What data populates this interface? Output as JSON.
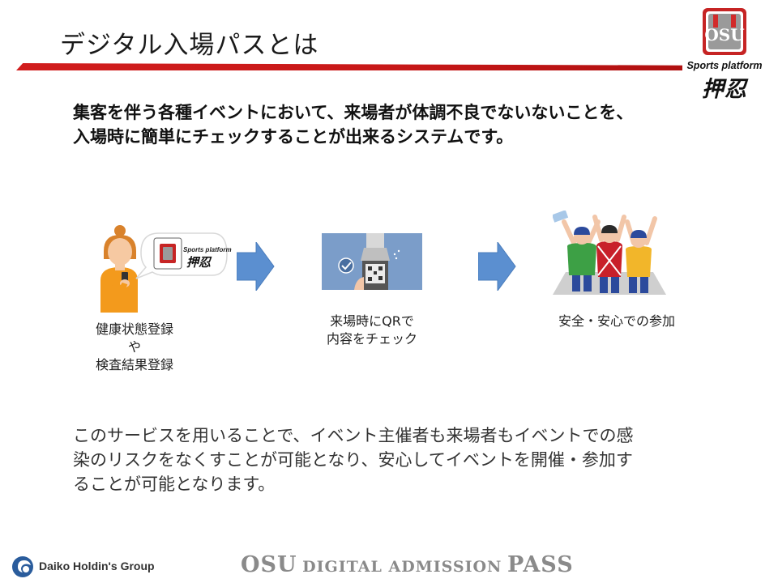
{
  "header": {
    "title": "デジタル入場パスとは",
    "logo_text_en": "Sports platform",
    "logo_text_jp": "押忍"
  },
  "lead": {
    "line1": "集客を伴う各種イベントにおいて、来場者が体調不良でないないことを、",
    "line2": "入場時に簡単にチェックすることが出来るシステムです。"
  },
  "flow": {
    "step1": {
      "icon": "woman-with-smartphone",
      "bubble_en": "Sports platform",
      "bubble_jp": "押忍",
      "label_line1": "健康状態登録",
      "label_line2": "や",
      "label_line3": "検査結果登録"
    },
    "step2": {
      "icon": "qr-scan-check",
      "label_line1": "来場時にQRで",
      "label_line2": "内容をチェック"
    },
    "step3": {
      "icon": "cheering-fans",
      "label_line1": "安全・安心での参加"
    },
    "arrow_color": "#5b8fd0"
  },
  "description": {
    "line1": "このサービスを用いることで、イベント主催者も来場者もイベントでの感",
    "line2": "染のリスクをなくすことが可能となり、安心してイベントを開催・参加す",
    "line3": "ることが可能となります。"
  },
  "footer": {
    "group_name": "Daiko Holdin's Group",
    "title_osu": "OSU",
    "title_digital": "DIGITAL ADMISSION",
    "title_pass": "PASS"
  },
  "colors": {
    "accent_red": "#c81818",
    "footer_gray": "#8a8a8a",
    "step2_bg": "#7b9dc9"
  }
}
